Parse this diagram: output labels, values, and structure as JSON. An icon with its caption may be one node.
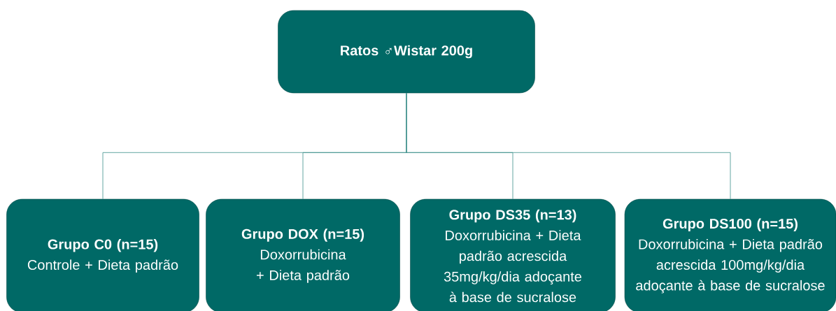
{
  "diagram": {
    "nodes": [
      {
        "text": [
          "Ratos ♂Wistar 200g"
        ]
      },
      {
        "text": [
          "Grupo C0 (n=15)",
          "Controle + Dieta padrão"
        ]
      },
      {
        "text": [
          "Grupo DOX (n=15)",
          "Doxorrubicina + Dieta padrão"
        ]
      },
      {
        "text": [
          "Grupo DS35 (n=13)",
          "Doxorrubicina + Dieta padrão acrescida 35mg/kg/dia adoçante à base de sucralose"
        ]
      },
      {
        "text": [
          "Grupo DS100 (n=15)",
          "Doxorrubicina + Dieta padrão acrescida 100mg/kg/dia adoçante à base de sucralose"
        ]
      }
    ],
    "edges": [
      {
        "from": 0,
        "to": 1,
        "arrow": "none"
      },
      {
        "from": 0,
        "to": 2,
        "arrow": "none"
      },
      {
        "from": 0,
        "to": 3,
        "arrow": "none"
      },
      {
        "from": 0,
        "to": 4,
        "arrow": "none"
      }
    ]
  }
}
